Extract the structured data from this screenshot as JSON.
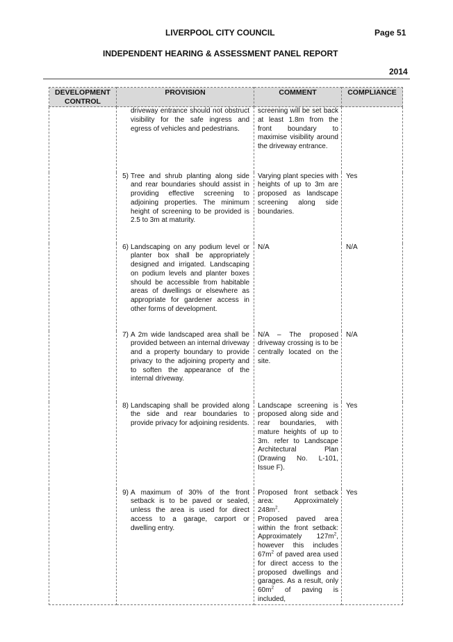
{
  "header": {
    "council": "LIVERPOOL CITY COUNCIL",
    "page": "Page 51",
    "report_title": "INDEPENDENT HEARING & ASSESSMENT PANEL REPORT",
    "year": "2014"
  },
  "table": {
    "columns": [
      "DEVELOPMENT CONTROL",
      "PROVISION",
      "COMMENT",
      "COMPLIANCE"
    ],
    "continuation": {
      "provision": "driveway entrance should not obstruct visibility for the safe ingress and egress of vehicles and pedestrians.",
      "comment": "screening will be set back at least 1.8m from the front boundary to maximise visibility around the driveway entrance."
    },
    "rows": [
      {
        "num": "5)",
        "provision": "Tree and shrub planting along side and rear boundaries should assist in providing effective screening to adjoining properties. The minimum height of screening to be provided is 2.5 to 3m at maturity.",
        "comment": "Varying plant species with heights of up to 3m are proposed as landscape screening along side boundaries.",
        "compliance": "Yes"
      },
      {
        "num": "6)",
        "provision": "Landscaping on any podium level or planter box shall be appropriately designed and irrigated. Landscaping on podium levels and planter boxes should be accessible from habitable areas of dwellings or elsewhere as appropriate for gardener access in other forms of development.",
        "comment": "N/A",
        "compliance": "N/A"
      },
      {
        "num": "7)",
        "provision": "A 2m wide landscaped area shall be provided between an internal driveway and a property boundary to provide privacy to the adjoining property and to soften the appearance of the internal driveway.",
        "comment": "N/A – The proposed driveway crossing is to be centrally located on the site.",
        "compliance": "N/A"
      },
      {
        "num": "8)",
        "provision": "Landscaping shall be provided along the side and rear boundaries to provide privacy for adjoining residents.",
        "comment": "Landscape screening is proposed along side and rear boundaries, with mature heights of up to 3m. refer to Landscape Architectural Plan (Drawing No. L-101, Issue F).",
        "compliance": "Yes"
      },
      {
        "num": "9)",
        "provision": "A maximum of 30% of the front setback is to be paved or sealed, unless the area is used for direct access to a garage, carport or dwelling entry.",
        "comment_parts": {
          "p1": "Proposed front setback area: Approximately 248m",
          "p2": "Proposed paved area within the front setback: Approximately 127m",
          "p3": ", however this includes 67m",
          "p4": " of paved area used for direct access to the proposed dwellings and garages. As a result, only 60m",
          "p5": " of paving is included,",
          "sup": "2"
        },
        "compliance": "Yes"
      }
    ]
  }
}
